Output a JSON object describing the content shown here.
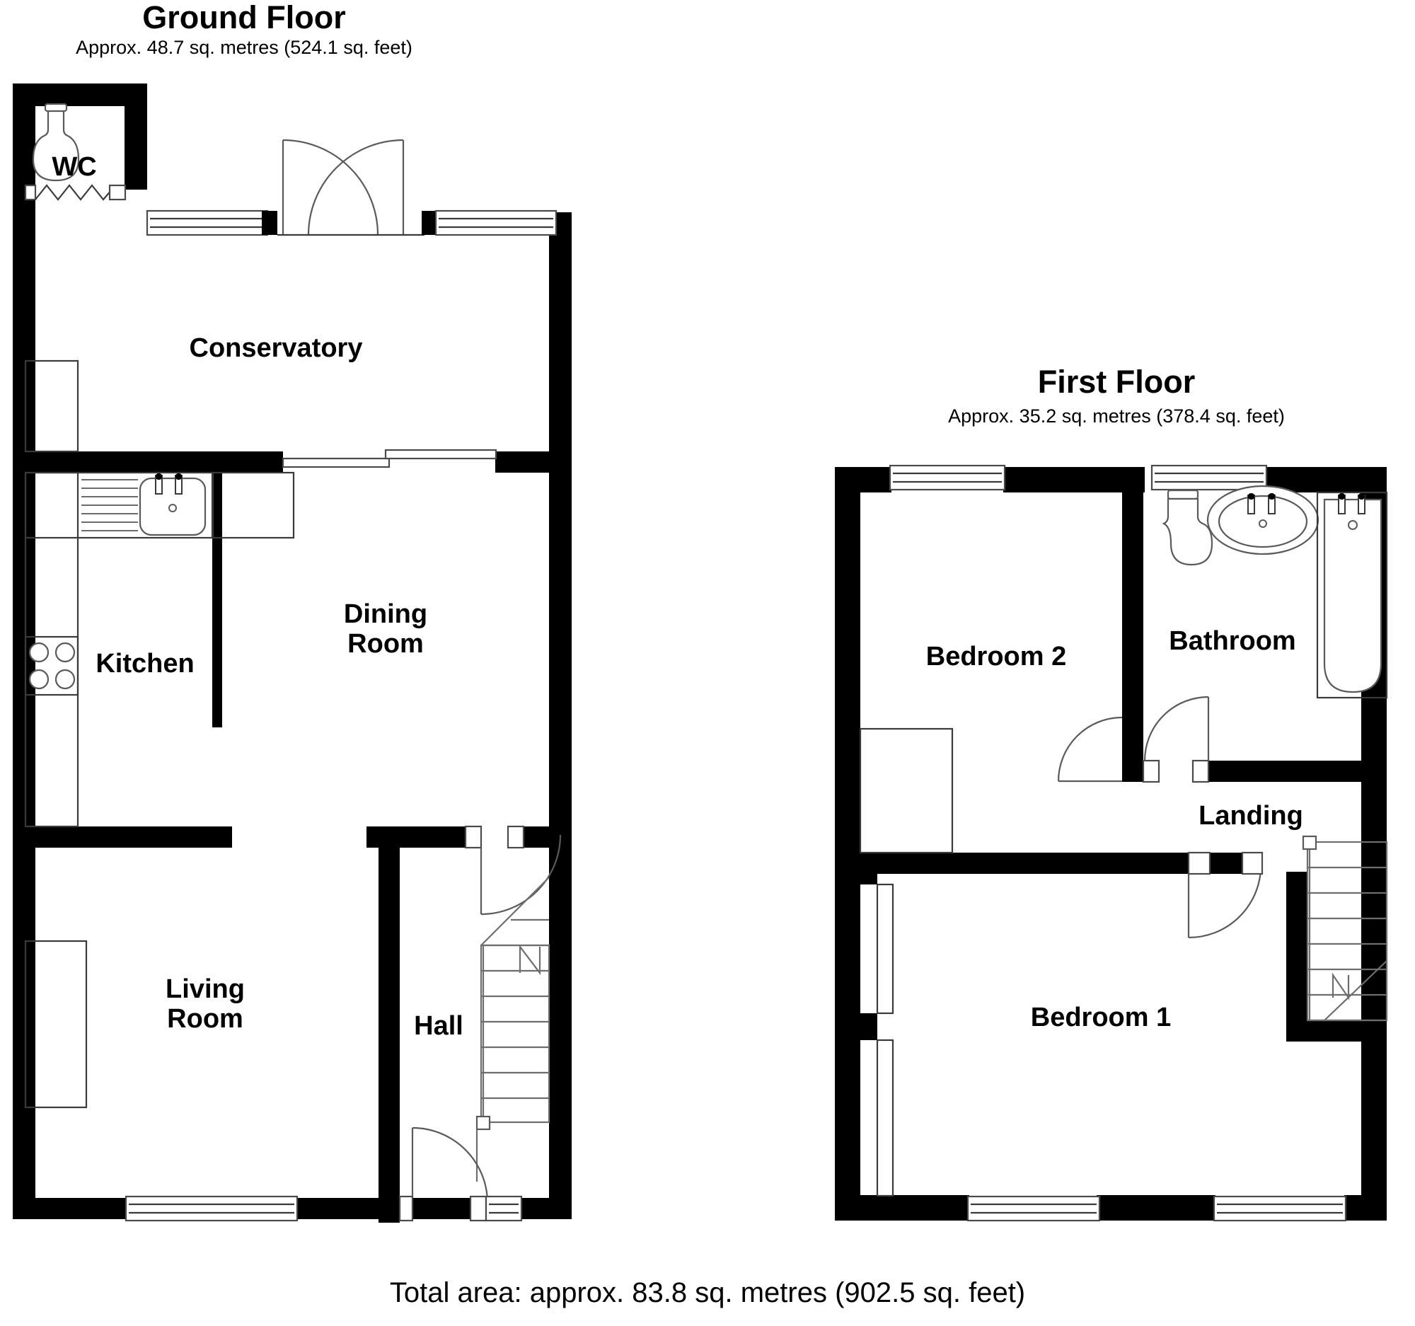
{
  "document": {
    "type": "floor-plan",
    "total_area_label": "Total area: approx. 83.8 sq. metres (902.5 sq. feet)"
  },
  "floors": [
    {
      "id": "ground",
      "title": "Ground Floor",
      "area_label": "Approx. 48.7 sq. metres (524.1 sq. feet)",
      "area_sq_metres": "48.7",
      "area_sq_feet": "524.1",
      "rooms": [
        {
          "id": "wc",
          "label": "WC"
        },
        {
          "id": "conservatory",
          "label": "Conservatory"
        },
        {
          "id": "kitchen",
          "label": "Kitchen"
        },
        {
          "id": "dining",
          "label_line1": "Dining",
          "label_line2": "Room"
        },
        {
          "id": "living",
          "label_line1": "Living",
          "label_line2": "Room"
        },
        {
          "id": "hall",
          "label": "Hall"
        }
      ],
      "fixtures": [
        "toilet",
        "sink-with-drainer",
        "hob",
        "staircase",
        "counter",
        "bay-recess"
      ]
    },
    {
      "id": "first",
      "title": "First Floor",
      "area_label": "Approx. 35.2 sq. metres (378.4 sq. feet)",
      "area_sq_metres": "35.2",
      "area_sq_feet": "378.4",
      "rooms": [
        {
          "id": "bedroom2",
          "label": "Bedroom 2"
        },
        {
          "id": "bathroom",
          "label": "Bathroom"
        },
        {
          "id": "landing",
          "label": "Landing"
        },
        {
          "id": "bedroom1",
          "label": "Bedroom 1"
        }
      ],
      "fixtures": [
        "toilet",
        "basin",
        "bath",
        "staircase",
        "cupboard"
      ]
    }
  ],
  "colors": {
    "wall": "#000000",
    "background": "#ffffff",
    "line": "#5a5a5a",
    "text": "#000000"
  }
}
